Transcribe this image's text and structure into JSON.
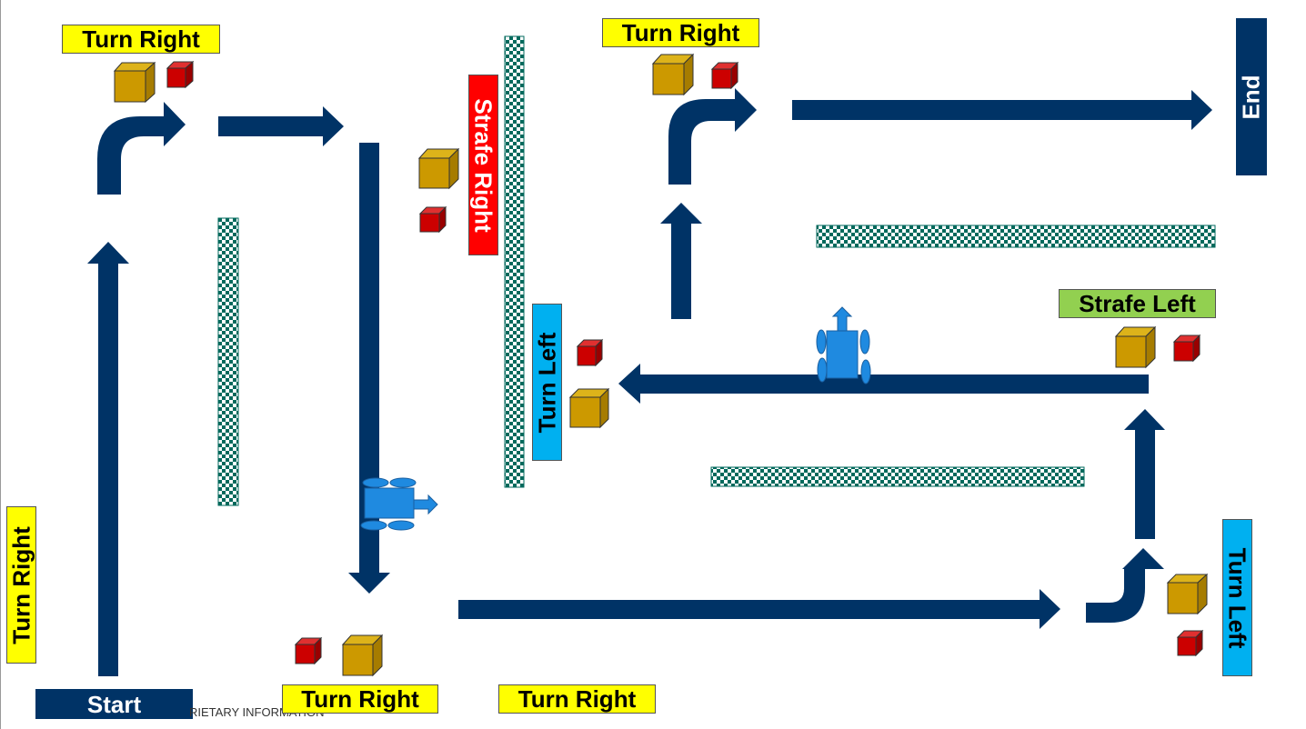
{
  "labels": {
    "turn_right_top_left": "Turn Right",
    "turn_right_left_side": "Turn Right",
    "start": "Start",
    "turn_right_bottom_1": "Turn Right",
    "turn_right_bottom_2": "Turn Right",
    "strafe_right": "Strafe Right",
    "turn_right_top_mid": "Turn Right",
    "turn_left_mid": "Turn Left",
    "end": "End",
    "strafe_left": "Strafe Left",
    "turn_left_right_side": "Turn Left"
  },
  "footer_text": "RIETARY INFORMATION",
  "colors": {
    "path": "#003366",
    "turn_right_box": "#ffff00",
    "turn_left_box": "#00b0f0",
    "strafe_left_box": "#92d050",
    "strafe_right_box": "#ff0000",
    "robot": "#1f8ae0",
    "gold_cube": "#cc9900",
    "red_cube": "#cc0000",
    "barrier": "#00695c"
  },
  "icons": [
    "robot-icon",
    "gold-cube-icon",
    "red-cube-icon",
    "arrow-icon",
    "checkered-barrier"
  ]
}
